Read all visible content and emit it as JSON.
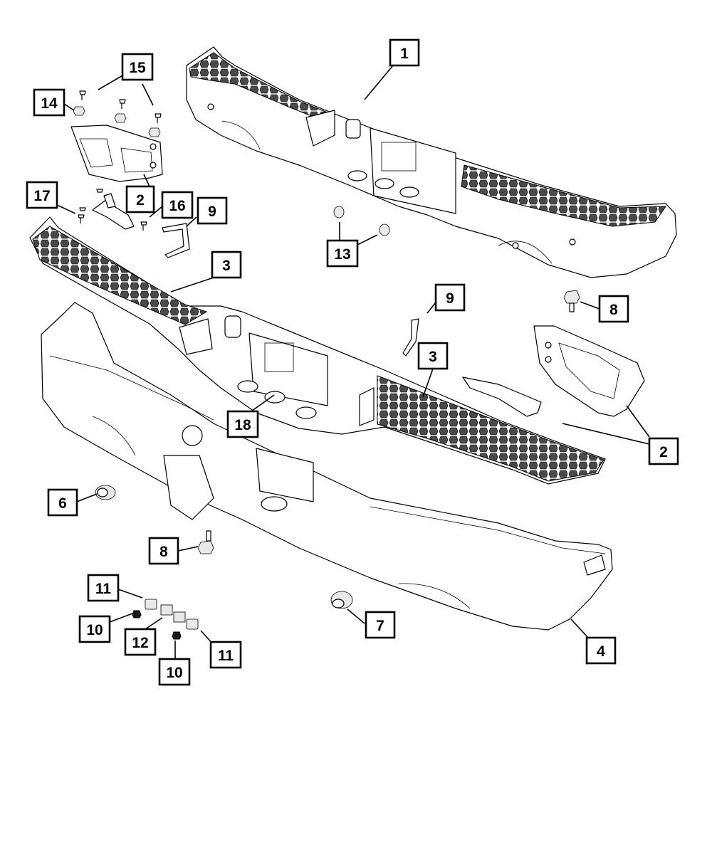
{
  "callouts": {
    "c1": "1",
    "c15": "15",
    "c14": "14",
    "c2a": "2",
    "c16": "16",
    "c17": "17",
    "c9a": "9",
    "c3a": "3",
    "c13": "13",
    "c9b": "9",
    "c8a": "8",
    "c3b": "3",
    "c2b": "2",
    "c18": "18",
    "c6": "6",
    "c8b": "8",
    "c11a": "11",
    "c10a": "10",
    "c12": "12",
    "c10b": "10",
    "c11b": "11",
    "c7": "7",
    "c4": "4"
  },
  "colors": {
    "line": "#000000",
    "background": "#ffffff",
    "shade": "#e9e9e9"
  }
}
